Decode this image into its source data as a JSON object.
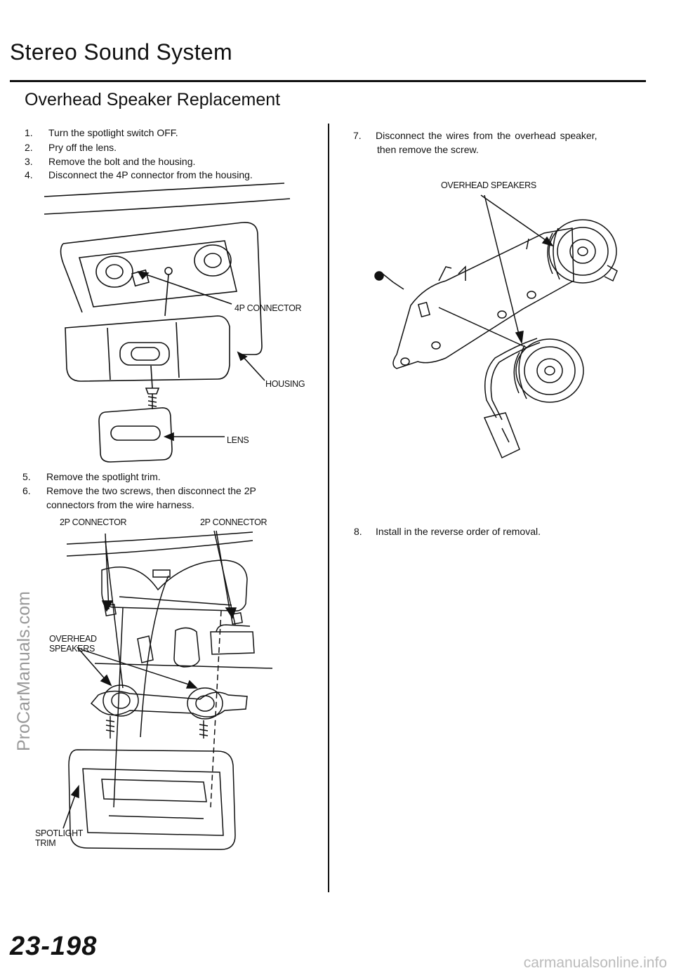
{
  "header": {
    "title": "Stereo Sound System",
    "section": "Overhead Speaker Replacement"
  },
  "steps_a": [
    {
      "num": "1.",
      "text": "Turn the spotlight switch OFF."
    },
    {
      "num": "2.",
      "text": "Pry off the lens."
    },
    {
      "num": "3.",
      "text": "Remove the bolt and the housing."
    },
    {
      "num": "4.",
      "text": "Disconnect the 4P connector from the housing."
    }
  ],
  "figure1": {
    "connector": "4P CONNECTOR",
    "housing": "HOUSING",
    "lens": "LENS"
  },
  "steps_b": [
    {
      "num": "5.",
      "text": "Remove the spotlight trim."
    },
    {
      "num": "6.",
      "text": "Remove the two screws, then disconnect the 2P",
      "text2": "connectors from the wire harness."
    }
  ],
  "figure2": {
    "connector_left": "2P CONNECTOR",
    "connector_right": "2P CONNECTOR",
    "speakers_line1": "OVERHEAD",
    "speakers_line2": "SPEAKERS",
    "trim_line1": "SPOTLIGHT",
    "trim_line2": "TRIM"
  },
  "steps_c": [
    {
      "num": "7.",
      "text": "Disconnect the wires from the overhead speaker,",
      "text2": "then remove the screw."
    }
  ],
  "figure3": {
    "speakers": "OVERHEAD SPEAKERS"
  },
  "steps_d": [
    {
      "num": "8.",
      "text": "Install in the reverse order of removal."
    }
  ],
  "footer": {
    "page_number": "23-198",
    "watermark_side": "ProCarManuals.com",
    "watermark_bottom": "carmanualsonline.info"
  }
}
